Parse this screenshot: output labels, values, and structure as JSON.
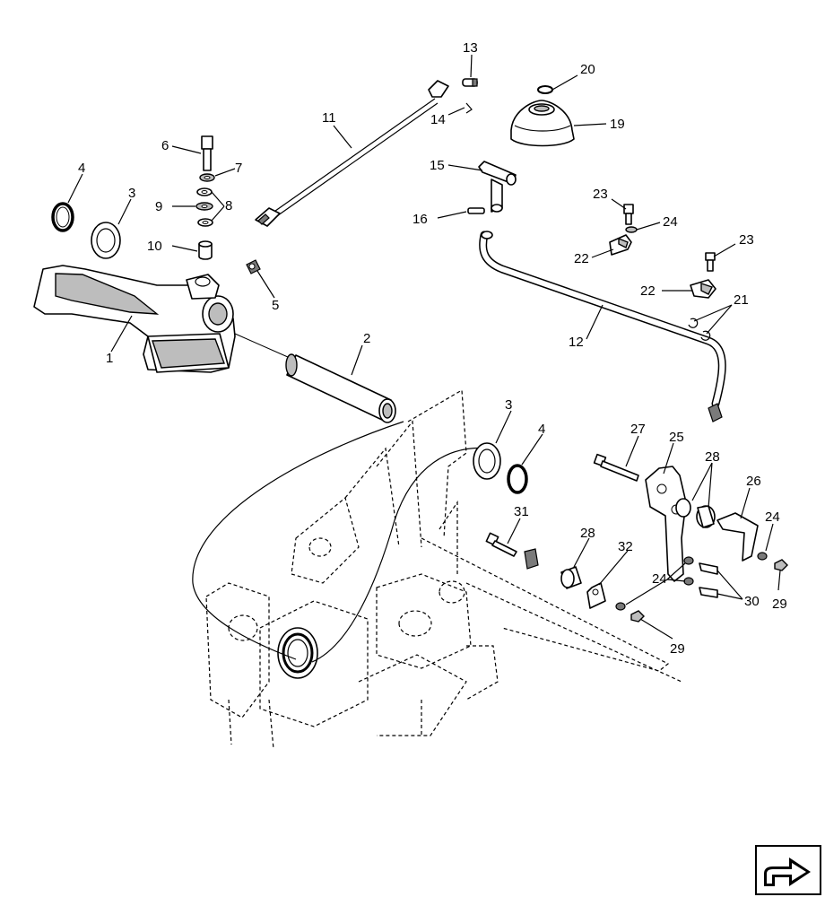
{
  "diagram": {
    "callouts": {
      "c1": "1",
      "c2": "2",
      "c3a": "3",
      "c3b": "3",
      "c4a": "4",
      "c4b": "4",
      "c5": "5",
      "c6": "6",
      "c7": "7",
      "c8": "8",
      "c9": "9",
      "c10": "10",
      "c11": "11",
      "c12": "12",
      "c13": "13",
      "c14": "14",
      "c15": "15",
      "c16": "16",
      "c19": "19",
      "c20": "20",
      "c21": "21",
      "c22a": "22",
      "c22b": "22",
      "c23a": "23",
      "c23b": "23",
      "c24a": "24",
      "c24b": "24",
      "c24c": "24",
      "c25": "25",
      "c26": "26",
      "c27": "27",
      "c28a": "28",
      "c28b": "28",
      "c29a": "29",
      "c29b": "29",
      "c30": "30",
      "c31": "31",
      "c32": "32"
    }
  },
  "navigation": {
    "icon": "arrow-next-icon"
  }
}
